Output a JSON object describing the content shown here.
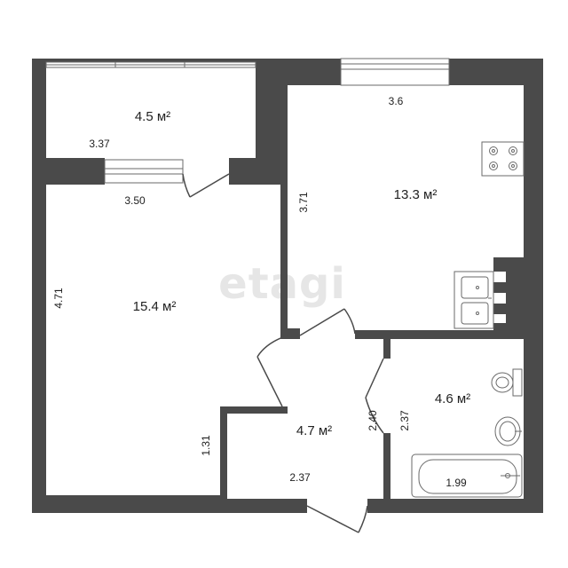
{
  "watermark": "etagi",
  "rooms": [
    {
      "id": "balcony",
      "area": "4.5 м²"
    },
    {
      "id": "kitchen",
      "area": "13.3 м²"
    },
    {
      "id": "living",
      "area": "15.4 м²"
    },
    {
      "id": "hall",
      "area": "4.7 м²"
    },
    {
      "id": "bath",
      "area": "4.6 м²"
    }
  ],
  "dimensions": {
    "balcony_width": "3.37",
    "living_width": "3.50",
    "kitchen_width": "3.6",
    "kitchen_depth": "3.71",
    "living_depth": "4.71",
    "hall_wall": "1.31",
    "hall_width": "2.37",
    "hall_depth": "2.40",
    "bath_depth": "2.37",
    "bathtub_length": "1.99"
  },
  "colors": {
    "wall": "#4a4a4a",
    "fixture_line": "#6a6a6a",
    "text": "#222222",
    "watermark": "#e6e6e6"
  }
}
